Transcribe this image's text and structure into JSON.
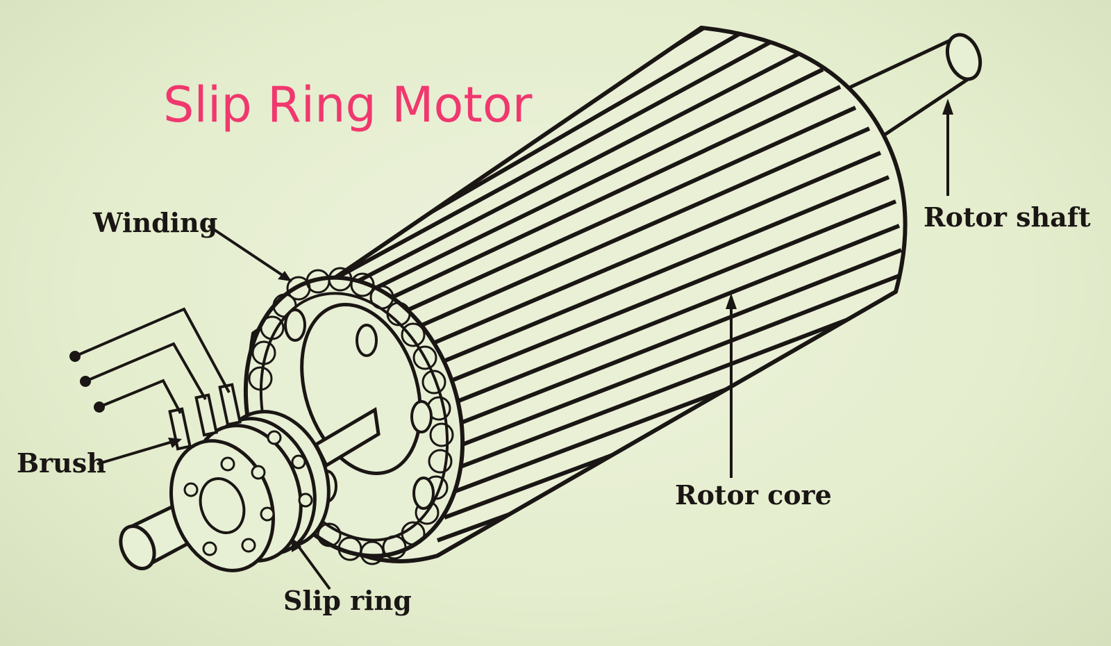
{
  "title": "Slip Ring Motor",
  "labels": {
    "winding": "Winding",
    "rotor_shaft": "Rotor shaft",
    "brush": "Brush",
    "rotor_core": "Rotor core",
    "slip_ring": "Slip ring"
  },
  "colors": {
    "background": "#e7efd4",
    "title": "#f0386e",
    "ink": "#1a1614"
  }
}
